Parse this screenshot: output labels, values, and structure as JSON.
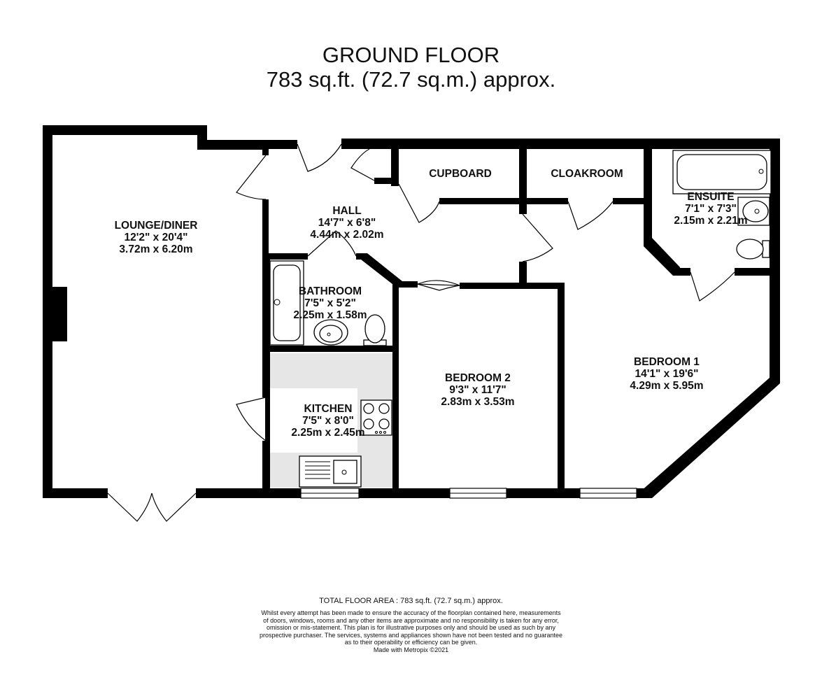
{
  "header": {
    "title": "GROUND FLOOR",
    "subtitle": "783 sq.ft. (72.7 sq.m.) approx."
  },
  "rooms": {
    "lounge": {
      "name": "LOUNGE/DINER",
      "imperial": "12'2\"  x 20'4\"",
      "metric": "3.72m  x 6.20m"
    },
    "hall": {
      "name": "HALL",
      "imperial": "14'7\"  x 6'8\"",
      "metric": "4.44m  x 2.02m"
    },
    "cupboard": {
      "name": "CUPBOARD"
    },
    "cloakroom": {
      "name": "CLOAKROOM"
    },
    "ensuite": {
      "name": "ENSUITE",
      "imperial": "7'1\"  x 7'3\"",
      "metric": "2.15m  x 2.21m"
    },
    "bathroom": {
      "name": "BATHROOM",
      "imperial": "7'5\"  x 5'2\"",
      "metric": "2.25m  x 1.58m"
    },
    "kitchen": {
      "name": "KITCHEN",
      "imperial": "7'5\"  x 8'0\"",
      "metric": "2.25m  x 2.45m"
    },
    "bedroom2": {
      "name": "BEDROOM 2",
      "imperial": "9'3\"  x 11'7\"",
      "metric": "2.83m  x 3.53m"
    },
    "bedroom1": {
      "name": "BEDROOM 1",
      "imperial": "14'1\"  x 19'6\"",
      "metric": "4.29m  x 5.95m"
    }
  },
  "footer": {
    "total": "TOTAL FLOOR AREA : 783 sq.ft. (72.7 sq.m.) approx.",
    "disclaimer_lines": [
      "Whilst every attempt has been made to ensure the accuracy of the floorplan contained here, measurements",
      "of doors, windows, rooms and any other items are approximate and no responsibility is taken for any error,",
      "omission or mis-statement. This plan is for illustrative purposes only and should be used as such by any",
      "prospective purchaser. The services, systems and appliances shown have not been tested and no guarantee",
      "as to their operability or efficiency can be given."
    ],
    "made_with": "Made with Metropix ©2021"
  },
  "colors": {
    "wall": "#000000",
    "kitchen_floor": "#e6e6e6",
    "background": "#ffffff"
  }
}
